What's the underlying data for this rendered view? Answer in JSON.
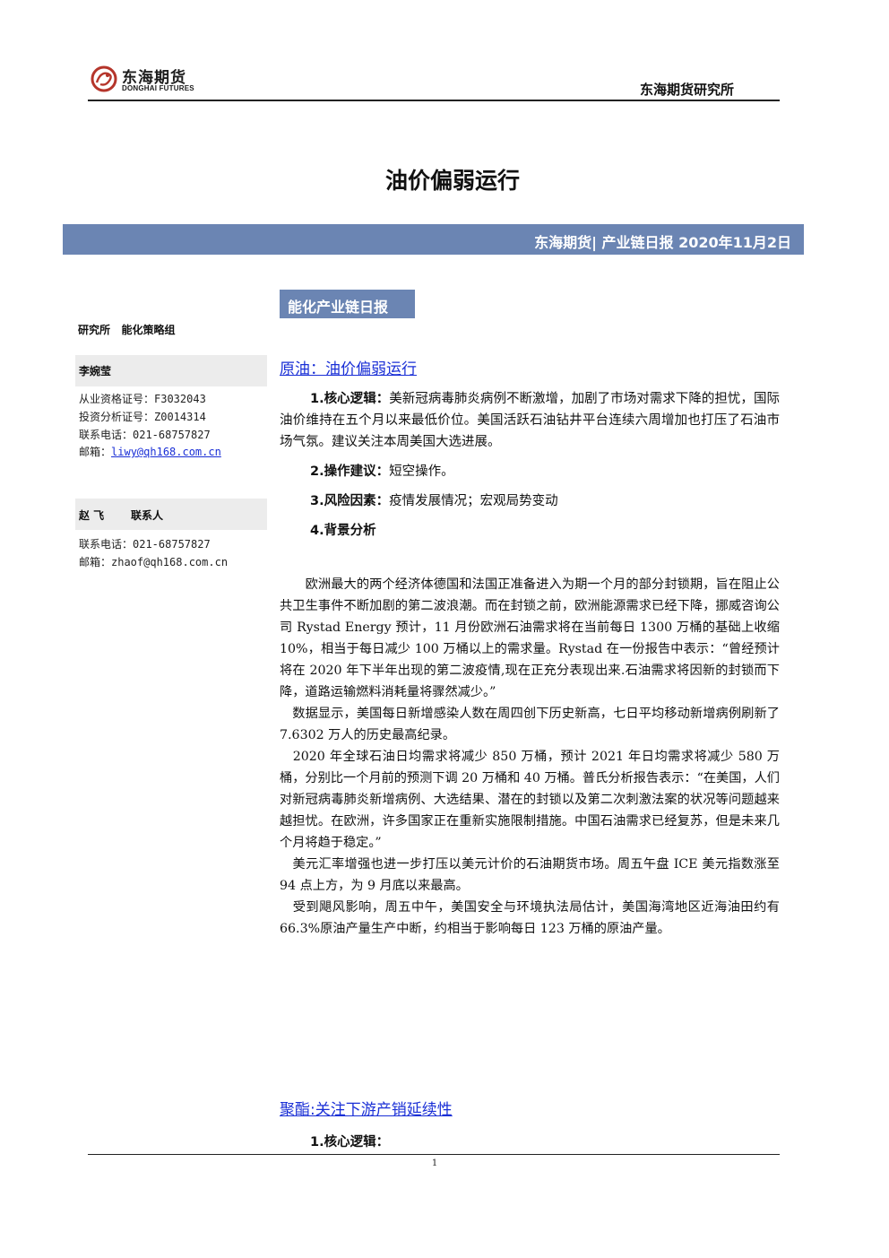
{
  "header": {
    "logo_cn": "东海期货",
    "logo_en": "DONGHAI FUTURES",
    "institute": "东海期货研究所"
  },
  "title": "油价偏弱运行",
  "banner": "东海期货| 产业链日报 2020年11月2日",
  "section_tag": "能化产业链日报",
  "sidebar": {
    "dept": "研究所   能化策略组",
    "author": {
      "name": "李婉莹",
      "lines": [
        "从业资格证号：F3032043",
        "投资分析证号：Z0014314",
        "联系电话：021-68757827"
      ],
      "email_label": "邮箱：",
      "email": "liwy@qh168.com.cn"
    },
    "contact": {
      "name": "赵 飞",
      "role": "联系人",
      "phone": "联系电话：021-68757827",
      "email": "邮箱：zhaof@qh168.com.cn"
    }
  },
  "crude": {
    "heading": "原油：油价偏弱运行",
    "core_label": "1.核心逻辑：",
    "core_text": "美新冠病毒肺炎病例不断激增，加剧了市场对需求下降的担忧，国际油价维持在五个月以来最低价位。美国活跃石油钻井平台连续六周增加也打压了石油市场气氛。建议关注本周美国大选进展。",
    "op_label": "2.操作建议：",
    "op_text": "短空操作。",
    "risk_label": "3.风险因素：",
    "risk_text": "疫情发展情况；宏观局势变动",
    "bg_label": "4.背景分析",
    "paragraphs": [
      "　　欧洲最大的两个经济体德国和法国正准备进入为期一个月的部分封锁期，旨在阻止公共卫生事件不断加剧的第二波浪潮。而在封锁之前，欧洲能源需求已经下降，挪威咨询公司 Rystad Energy 预计，11 月份欧洲石油需求将在当前每日 1300 万桶的基础上收缩 10%，相当于每日减少 100 万桶以上的需求量。Rystad 在一份报告中表示：“曾经预计将在 2020 年下半年出现的第二波疫情,现在正充分表现出来.石油需求将因新的封锁而下降，道路运输燃料消耗量将骤然减少。”",
      "　数据显示，美国每日新增感染人数在周四创下历史新高，七日平均移动新增病例刷新了 7.6302 万人的历史最高纪录。",
      "　2020 年全球石油日均需求将减少 850 万桶，预计 2021 年日均需求将减少 580 万桶，分别比一个月前的预测下调 20 万桶和 40 万桶。普氏分析报告表示：“在美国，人们对新冠病毒肺炎新增病例、大选结果、潜在的封锁以及第二次刺激法案的状况等问题越来越担忧。在欧洲，许多国家正在重新实施限制措施。中国石油需求已经复苏，但是未来几个月将趋于稳定。”",
      "　美元汇率增强也进一步打压以美元计价的石油期货市场。周五午盘 ICE 美元指数涨至 94 点上方，为 9 月底以来最高。",
      "　受到飓风影响，周五中午，美国安全与环境执法局估计，美国海湾地区近海油田约有 66.3%原油产量生产中断，约相当于影响每日 123 万桶的原油产量。"
    ]
  },
  "polyester": {
    "heading": "聚酯:关注下游产销延续性",
    "core_label": "1.核心逻辑："
  },
  "footer": {
    "page": "1"
  }
}
